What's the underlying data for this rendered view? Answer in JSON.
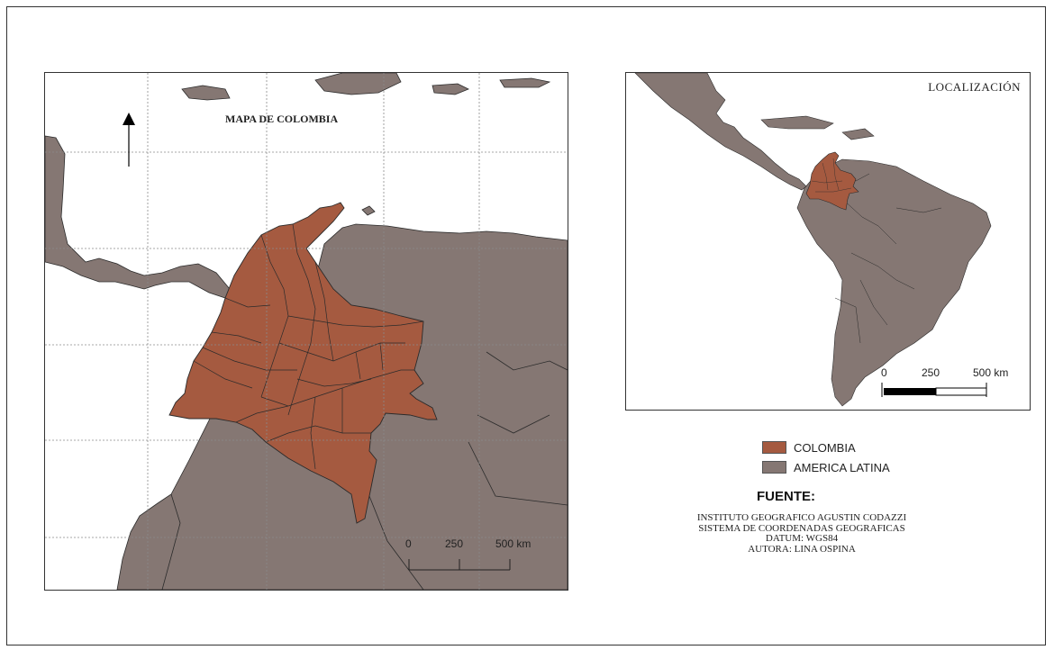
{
  "main_map": {
    "title": "MAPA DE COLOMBIA",
    "scale": {
      "labels": [
        "0",
        "250",
        "500 km"
      ]
    }
  },
  "locator_map": {
    "title": "LOCALIZACIÓN",
    "scale": {
      "labels": [
        "0",
        "250",
        "500 km"
      ]
    }
  },
  "legend": {
    "items": [
      {
        "label": "COLOMBIA",
        "color": "#a55a40"
      },
      {
        "label": "AMERICA LATINA",
        "color": "#857773"
      }
    ]
  },
  "source": {
    "heading": "FUENTE:",
    "lines": [
      "INSTITUTO GEOGRAFICO AGUSTIN CODAZZI",
      "SISTEMA DE COORDENADAS GEOGRAFICAS",
      "DATUM: WGS84",
      "AUTORA: LINA OSPINA"
    ]
  },
  "colors": {
    "land": "#857773",
    "colombia": "#a55a40",
    "water": "#ffffff",
    "border": "#2b2b2b"
  },
  "icons": {
    "north_arrow": "north-arrow-icon"
  }
}
